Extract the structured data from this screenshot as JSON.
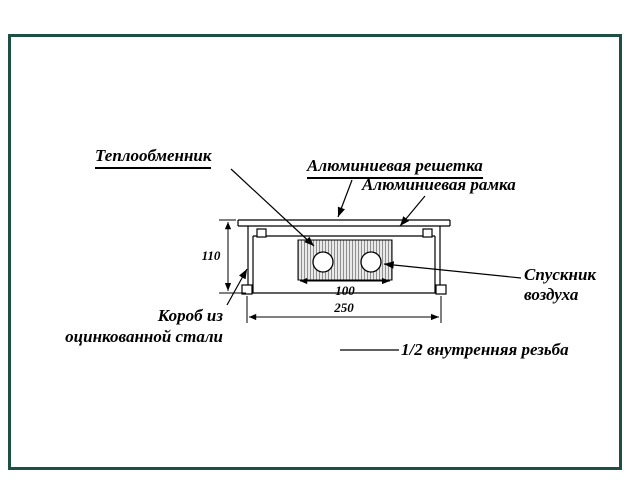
{
  "frame": {
    "border_color": "#1e4f45"
  },
  "labels": {
    "heat_exchanger": "Теплообменник",
    "aluminum_grille": "Алюминиевая решетка",
    "aluminum_frame": "Алюминиевая рамка",
    "air_vent": {
      "line1": "Спускник",
      "line2": "воздуха"
    },
    "steel_box": {
      "line1": "Короб из",
      "line2": "оцинкованной стали"
    },
    "thread": "1/2 внутренняя резьба"
  },
  "dimensions": {
    "height_mm": "110",
    "exchanger_width_mm": "100",
    "total_width_mm": "250"
  },
  "colors": {
    "line": "#000000",
    "hatch": "#8f8f8f",
    "background": "#ffffff"
  }
}
